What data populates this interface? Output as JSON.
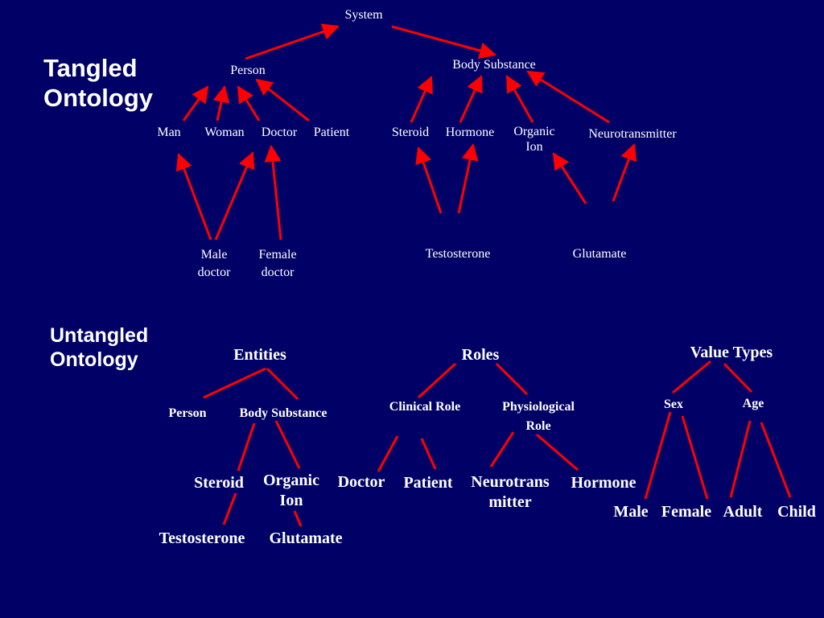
{
  "headings": {
    "tangled": "Tangled\nOntology",
    "untangled": "Untangled\nOntology"
  },
  "colors": {
    "background": "#000066",
    "text": "#ffffff",
    "edge": "#ff0000"
  },
  "tangled": {
    "system": "System",
    "person": "Person",
    "body_substance": "Body Substance",
    "man": "Man",
    "woman": "Woman",
    "doctor": "Doctor",
    "patient": "Patient",
    "steroid": "Steroid",
    "hormone": "Hormone",
    "organic_ion": "Organic\nIon",
    "neurotransmitter": "Neurotransmitter",
    "male_doctor": "Male\ndoctor",
    "female_doctor": "Female\ndoctor",
    "testosterone": "Testosterone",
    "glutamate": "Glutamate"
  },
  "untangled": {
    "entities": "Entities",
    "roles": "Roles",
    "value_types": "Value Types",
    "person": "Person",
    "body_substance": "Body Substance",
    "clinical_role": "Clinical Role",
    "physiological_role": "Physiological\nRole",
    "sex": "Sex",
    "age": "Age",
    "steroid": "Steroid",
    "organic_ion": "Organic\nIon",
    "doctor": "Doctor",
    "patient": "Patient",
    "neurotransmitter": "Neurotrans\nmitter",
    "hormone": "Hormone",
    "male": "Male",
    "female": "Female",
    "adult": "Adult",
    "child": "Child",
    "testosterone": "Testosterone",
    "glutamate": "Glutamate"
  }
}
